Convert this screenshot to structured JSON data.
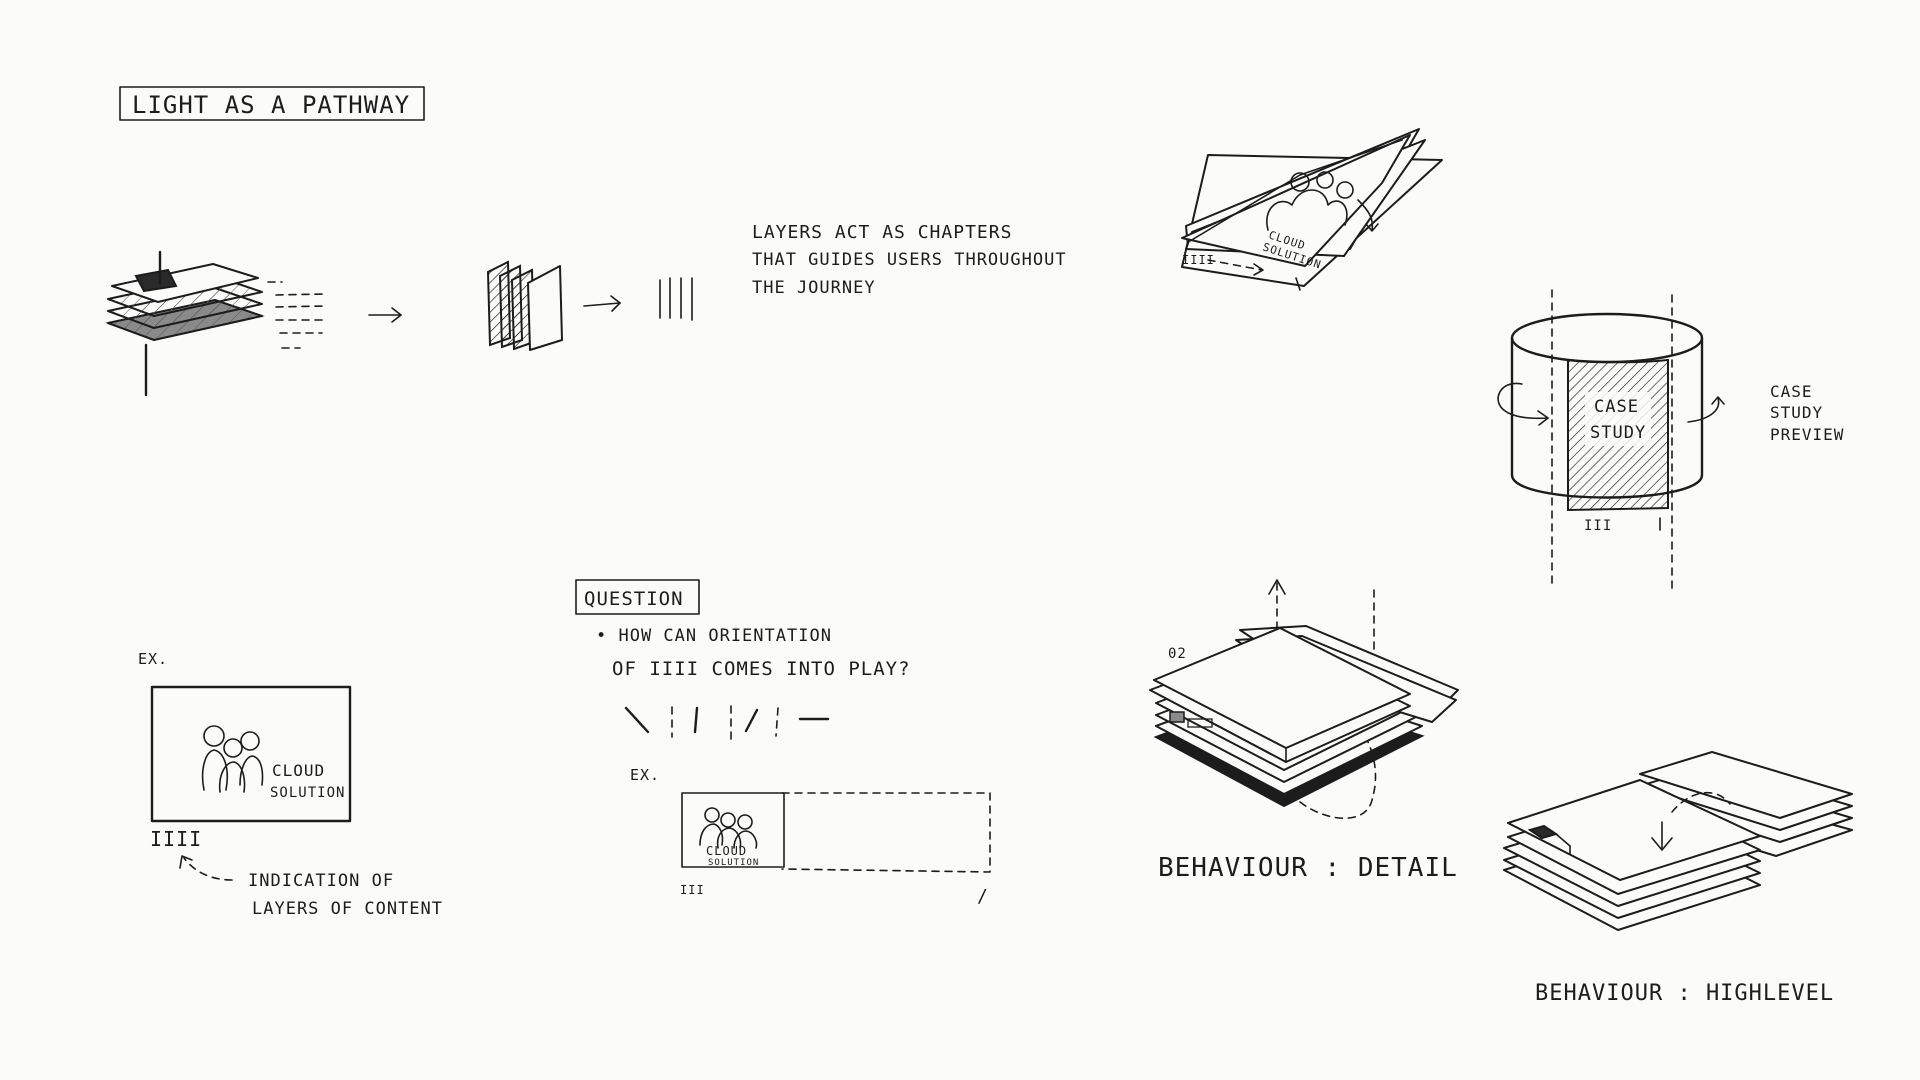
{
  "title": "LIGHT AS A PATHWAY",
  "layers_note": {
    "line1": "LAYERS ACT AS CHAPTERS",
    "line2": "THAT GUIDES USERS THROUGHOUT",
    "line3": "THE JOURNEY"
  },
  "example_label": "EX.",
  "example_card": {
    "line1": "CLOUD",
    "line2": "SOLUTION"
  },
  "layer_indicator": "IIII",
  "indication_note": {
    "line1": "INDICATION OF",
    "line2": "LAYERS OF CONTENT"
  },
  "question": {
    "heading": "QUESTION",
    "line1": "• HOW CAN ORIENTATION",
    "line2": "OF IIII COMES INTO PLAY?"
  },
  "example2_label": "EX.",
  "example2_card": {
    "line1": "CLOUD",
    "line2": "SOLUTION"
  },
  "example2_marks": {
    "left": "III",
    "right": "/"
  },
  "top_sheet": {
    "line1": "CLOUD",
    "line2": "SOLUTION",
    "marks": "IIII"
  },
  "cylinder": {
    "line1": "CASE",
    "line2": "STUDY",
    "marks": "III"
  },
  "case_study_note": {
    "line1": "CASE",
    "line2": "STUDY",
    "line3": "PREVIEW"
  },
  "detail_stack": {
    "number": "02"
  },
  "behaviour_detail": "BEHAVIOUR : DETAIL",
  "behaviour_highlevel": "BEHAVIOUR : HIGHLEVEL",
  "colors": {
    "ink": "#1c1c1c",
    "paper": "#fbfbfa"
  }
}
